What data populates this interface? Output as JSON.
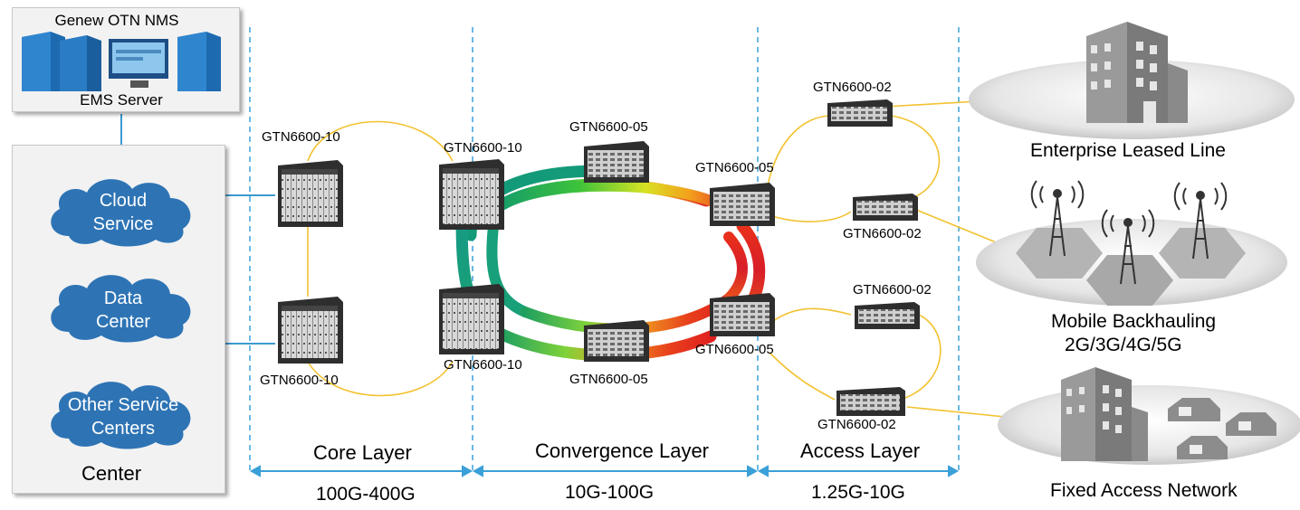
{
  "nms": {
    "title": "Genew OTN NMS",
    "subtitle": "EMS Server"
  },
  "center": {
    "label": "Center",
    "clouds": [
      {
        "line1": "Cloud",
        "line2": "Service"
      },
      {
        "line1": "Data",
        "line2": "Center"
      },
      {
        "line1": "Other Service",
        "line2": "Centers"
      }
    ]
  },
  "devices": {
    "core_top_left": "GTN6600-10",
    "core_bottom_left": "GTN6600-10",
    "core_top_right": "GTN6600-10",
    "core_bottom_right": "GTN6600-10",
    "conv_top": "GTN6600-05",
    "conv_bottom": "GTN6600-05",
    "conv_right_top": "GTN6600-05",
    "conv_right_bottom": "GTN6600-05",
    "acc_1": "GTN6600-02",
    "acc_2": "GTN6600-02",
    "acc_3": "GTN6600-02",
    "acc_4": "GTN6600-02"
  },
  "layers": [
    {
      "name": "Core Layer",
      "rate": "100G-400G"
    },
    {
      "name": "Convergence Layer",
      "rate": "10G-100G"
    },
    {
      "name": "Access Layer",
      "rate": "1.25G-10G"
    }
  ],
  "services": {
    "enterprise": "Enterprise Leased Line",
    "mobile_line1": "Mobile Backhauling",
    "mobile_line2": "2G/3G/4G/5G",
    "fixed": "Fixed Access Network"
  },
  "colors": {
    "divider": "#3aa0d8",
    "fiber": "#f2c230",
    "cloud": "#2e74b5",
    "ring_green": "#2bb34a",
    "ring_red": "#e2262a",
    "ring_yellow": "#e8e020",
    "ring_teal": "#1a9a7a"
  }
}
